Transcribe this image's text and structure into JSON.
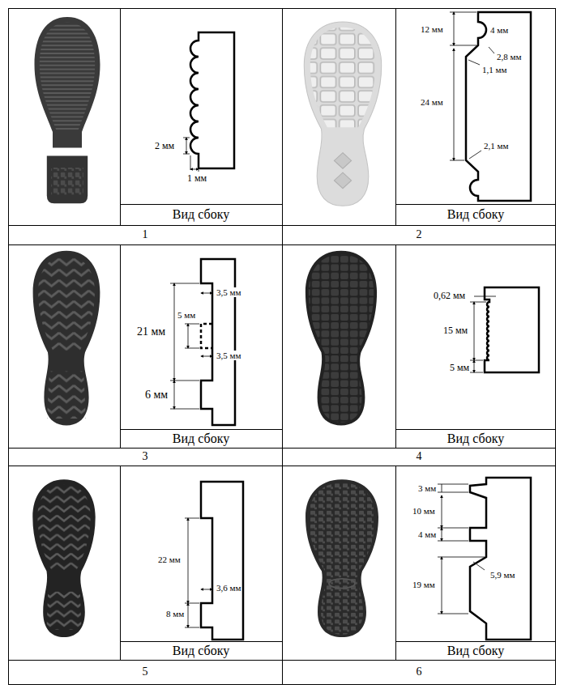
{
  "diagram": {
    "labels": [
      "2 мм",
      "1 мм",
      "Вид сбоку",
      "1",
      "12 мм",
      "4 мм",
      "2,8 мм",
      "1,1 мм",
      "24 мм",
      "2,1 мм",
      "Вид сбоку",
      "2",
      "5 мм",
      "3,5 мм",
      "21 мм",
      "3,5 мм",
      "6 мм",
      "Вид сбоку",
      "3",
      "0,62 мм",
      "15 мм",
      "5 мм",
      "Вид сбоку",
      "4",
      "22 мм",
      "3,6 мм",
      "8 мм",
      "Вид сбоку",
      "5",
      "3 мм",
      "10 мм",
      "4 мм",
      "19 мм",
      "5,9 мм",
      "Вид сбоку",
      "6"
    ]
  }
}
